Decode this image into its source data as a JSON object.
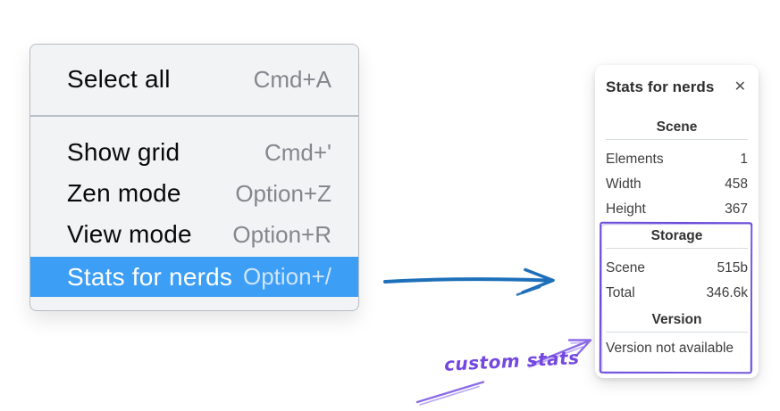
{
  "context_menu": {
    "items": [
      {
        "label": "Select all",
        "shortcut": "Cmd+A",
        "highlighted": false
      },
      {
        "label": "Show grid",
        "shortcut": "Cmd+'",
        "highlighted": false
      },
      {
        "label": "Zen mode",
        "shortcut": "Option+Z",
        "highlighted": false
      },
      {
        "label": "View mode",
        "shortcut": "Option+R",
        "highlighted": false
      },
      {
        "label": "Stats for nerds",
        "shortcut": "Option+/",
        "highlighted": true
      }
    ],
    "highlight_color": "#3d9ef6"
  },
  "stats_panel": {
    "title": "Stats for nerds",
    "close_icon": "✕",
    "scene": {
      "heading": "Scene",
      "rows": [
        {
          "label": "Elements",
          "value": "1"
        },
        {
          "label": "Width",
          "value": "458"
        },
        {
          "label": "Height",
          "value": "367"
        }
      ]
    },
    "storage": {
      "heading": "Storage",
      "rows": [
        {
          "label": "Scene",
          "value": "515b"
        },
        {
          "label": "Total",
          "value": "346.6k"
        }
      ]
    },
    "version": {
      "heading": "Version",
      "note": "Version not available"
    }
  },
  "annotation": {
    "label": "custom stats",
    "text_color": "#7448e0",
    "box_color": "#6a4cd9",
    "arrow_color": "#8b6ce8"
  },
  "pointer_arrow": {
    "color": "#1e6fb9"
  }
}
